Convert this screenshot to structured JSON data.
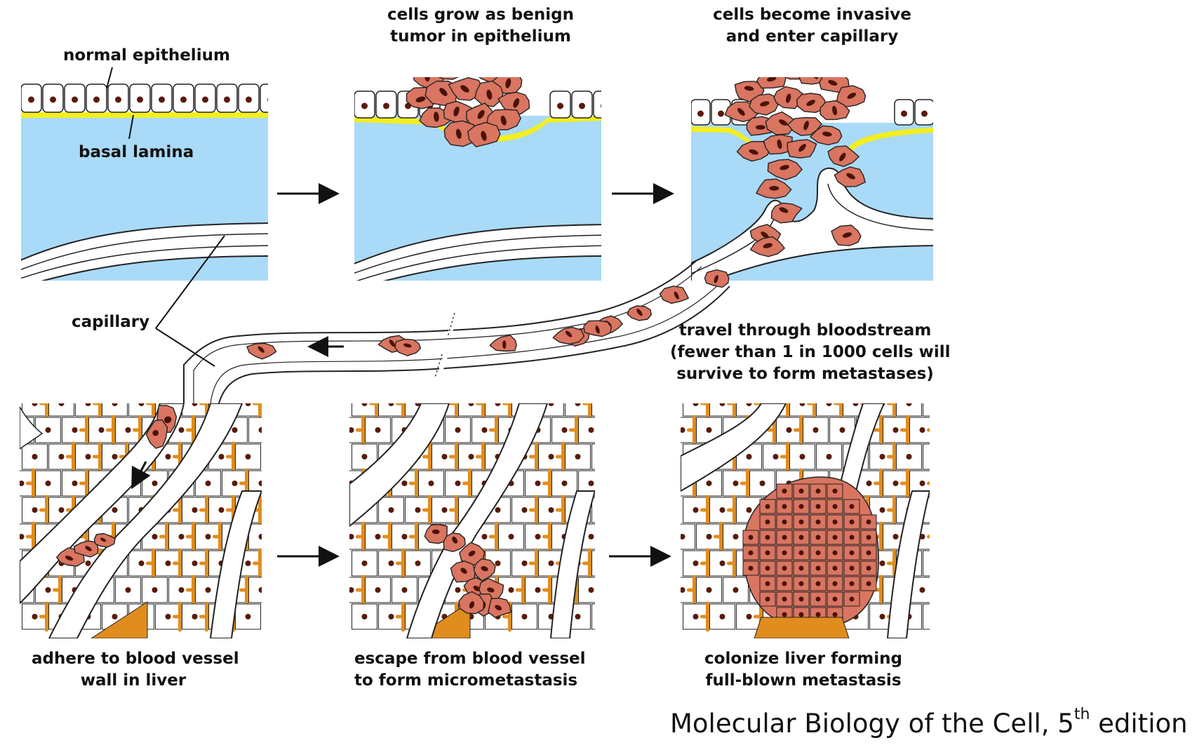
{
  "labels": {
    "normal_epithelium": "normal epithelium",
    "basal_lamina": "basal lamina",
    "capillary": "capillary",
    "benign_tumor": [
      "cells grow as benign",
      "tumor in epithelium"
    ],
    "invasive": [
      "cells become invasive",
      "and enter capillary"
    ],
    "bloodstream": [
      "travel through bloodstream",
      "(fewer than 1 in 1000 cells will",
      "survive to form metastases)"
    ],
    "adhere": [
      "adhere to blood vessel",
      "wall in liver"
    ],
    "escape": [
      "escape from blood vessel",
      "to form micrometastasis"
    ],
    "colonize": [
      "colonize liver forming",
      "full-blown metastasis"
    ]
  },
  "credit": {
    "text": "Molecular Biology of the Cell, 5",
    "superscript": "th",
    "suffix": " edition"
  },
  "colors": {
    "epithelial_cell": "#ffffff",
    "nucleus": "#5a1a0a",
    "basal_lamina": "#f4ee1e",
    "connective_tissue": "#a9daf7",
    "tumor_cell": "#d97561",
    "tumor_nucleus": "#4a1208",
    "liver_cord": "#e08d1e",
    "vessel_wall": "#ffffff",
    "outline": "#222222"
  }
}
